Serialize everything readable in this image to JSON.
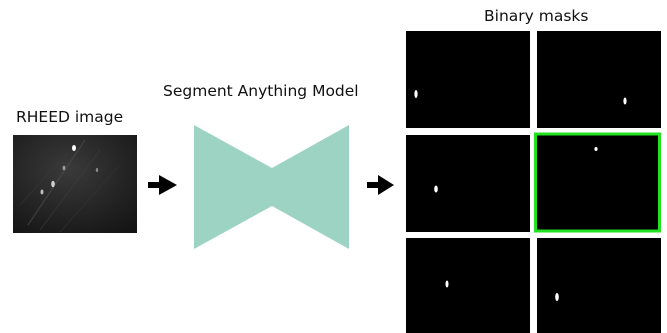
{
  "labels": {
    "input": "RHEED image",
    "model": "Segment Anything Model",
    "output": "Binary masks"
  },
  "colors": {
    "model_fill": "#9dd3c3",
    "mask_background": "#000000",
    "mask_blob": "#ffffff",
    "selected_outline": "#22e022",
    "arrow": "#000000"
  },
  "masks": [
    {
      "row": 1,
      "col": 1,
      "selected": false
    },
    {
      "row": 1,
      "col": 2,
      "selected": false
    },
    {
      "row": 2,
      "col": 1,
      "selected": false
    },
    {
      "row": 2,
      "col": 2,
      "selected": true
    },
    {
      "row": 3,
      "col": 1,
      "selected": false
    },
    {
      "row": 3,
      "col": 2,
      "selected": false
    }
  ]
}
